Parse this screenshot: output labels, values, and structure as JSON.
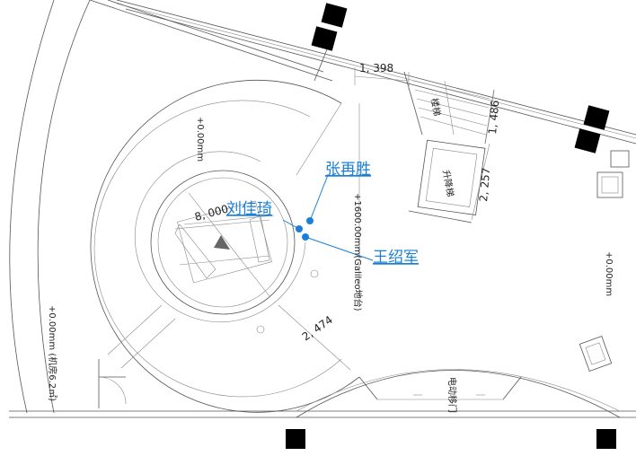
{
  "labels": {
    "dim_1398": "1, 398",
    "dim_1486": "1, 486",
    "dim_2257": "2, 257",
    "dim_2474": "2, 474",
    "dim_8000": "8, 000",
    "stairs": "楼梯",
    "elevator": "升降梯",
    "power_door": "电动移门",
    "level_left": "+0.00mm",
    "level_right": "+0.00mm",
    "level_machine": "+0.00mm (机房6.2㎡)",
    "level_galileo": "+1600.00mm(Galileo地台)"
  },
  "people": [
    {
      "name": "张再胜"
    },
    {
      "name": "刘佳琦"
    },
    {
      "name": "王绍军"
    }
  ],
  "colors": {
    "annotation": "#1a7fd6",
    "line": "#555555"
  }
}
